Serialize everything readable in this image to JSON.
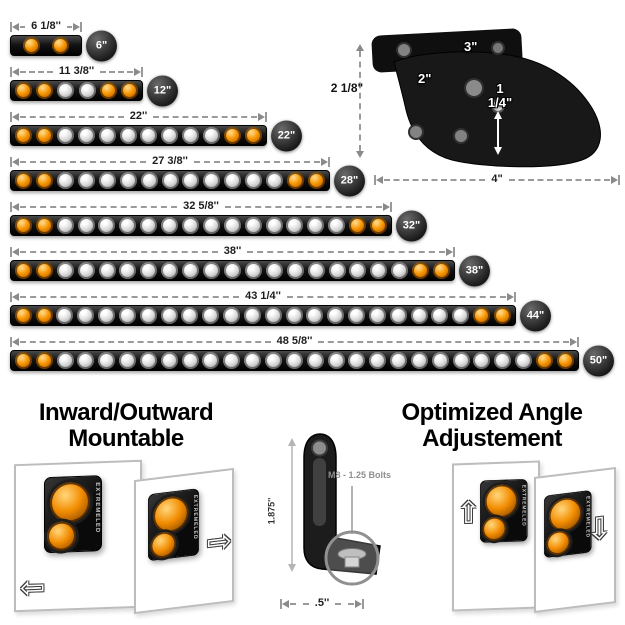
{
  "bars": [
    {
      "dim_label": "6 1/8''",
      "badge": "6\"",
      "inches": 6.125,
      "pattern": [
        1,
        0,
        1
      ]
    },
    {
      "dim_label": "11 3/8''",
      "badge": "12\"",
      "inches": 11.375,
      "pattern": [
        2,
        2,
        2
      ]
    },
    {
      "dim_label": "22''",
      "badge": "22\"",
      "inches": 22,
      "pattern": [
        2,
        8,
        2
      ]
    },
    {
      "dim_label": "27 3/8''",
      "badge": "28\"",
      "inches": 27.375,
      "pattern": [
        2,
        11,
        2
      ]
    },
    {
      "dim_label": "32 5/8''",
      "badge": "32\"",
      "inches": 32.625,
      "pattern": [
        2,
        14,
        2
      ]
    },
    {
      "dim_label": "38''",
      "badge": "38\"",
      "inches": 38,
      "pattern": [
        2,
        17,
        2
      ]
    },
    {
      "dim_label": "43 1/4''",
      "badge": "44\"",
      "inches": 43.25,
      "pattern": [
        2,
        20,
        2
      ]
    },
    {
      "dim_label": "48 5/8''",
      "badge": "50\"",
      "inches": 48.625,
      "pattern": [
        2,
        23,
        2
      ]
    }
  ],
  "bracket_top": {
    "dim_top": "3\"",
    "dim_mid": "2\"",
    "dim_left": "2 1/8\"",
    "dim_right": "1 1/4\"",
    "dim_bottom": "4\""
  },
  "features": {
    "left_title": "Inward/Outward Mountable",
    "right_title": "Optimized Angle Adjustement",
    "brand": "EXTREMELED"
  },
  "bracket_detail": {
    "bolt_label": "M8 - 1.25 Bolts",
    "height": "1.875''",
    "width": ".5''"
  },
  "icons": {
    "arrow_left": "⇦",
    "arrow_right": "⇨",
    "arrow_up": "⇧",
    "arrow_down": "⇩"
  },
  "colors": {
    "amber": "#f79400",
    "white_led": "#dcdcdc",
    "bar_body": "#141414",
    "dim_line": "#9a9a9a"
  }
}
